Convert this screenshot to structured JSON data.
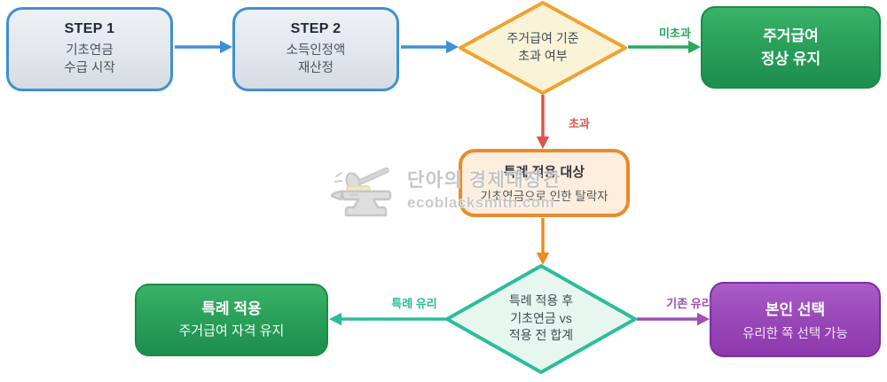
{
  "nodes": {
    "step1": {
      "title": "STEP 1",
      "line1": "기초연금",
      "line2": "수급 시작"
    },
    "step2": {
      "title": "STEP 2",
      "line1": "소득인정액",
      "line2": "재산정"
    },
    "decision1": {
      "line1": "주거급여 기준",
      "line2": "초과 여부"
    },
    "keep_normal": {
      "line1": "주거급여",
      "line2": "정상 유지"
    },
    "special_target": {
      "title": "특례 적용 대상",
      "subtitle": "기초연금으로 인한 탈락자"
    },
    "decision2": {
      "line1": "특례 적용 후",
      "line2": "기초연금 vs",
      "line3": "적용 전 합계"
    },
    "special_apply": {
      "title": "특례 적용",
      "subtitle": "주거급여 자격 유지"
    },
    "self_choice": {
      "title": "본인 선택",
      "subtitle": "유리한 쪽 선택 가능"
    }
  },
  "edge_labels": {
    "not_exceeded": "미초과",
    "exceeded": "초과",
    "special_better": "특례 유리",
    "existing_better": "기존 유리"
  },
  "watermark": {
    "name": "단아의 경제대장간",
    "site": "ecoblacksmith.com"
  },
  "colors": {
    "arrow_blue": "#3E8FD5",
    "arrow_green": "#27A85C",
    "arrow_red": "#E0524A",
    "arrow_orange": "#EF8A1B",
    "arrow_teal": "#2ABD9B",
    "arrow_purple": "#9B4FB8",
    "step_border": "#3E8FD5",
    "decision1_fill": "#FBF3D8",
    "decision1_border": "#EFA32F",
    "special_fill": "#FCEDDC",
    "special_border": "#E88B2D",
    "decision2_fill": "#E7F7F0",
    "decision2_border": "#2CBD9B",
    "green_box": "#2AA15A",
    "purple_box": "#9A49B9"
  }
}
